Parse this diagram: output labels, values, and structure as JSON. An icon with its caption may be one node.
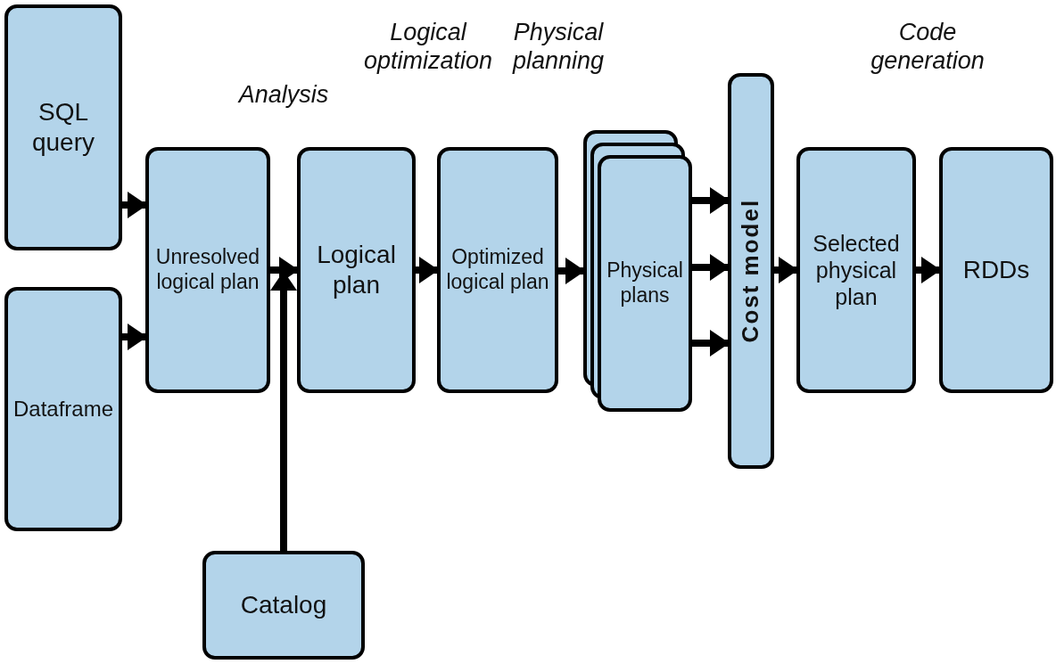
{
  "diagram": {
    "nodes": [
      {
        "text": [
          "SQL query"
        ]
      },
      {
        "text": [
          "Dataframe"
        ]
      },
      {
        "text": [
          "Unresolved logical plan"
        ]
      },
      {
        "text": [
          "Logical plan"
        ]
      },
      {
        "text": [
          "Optimized logical plan"
        ]
      },
      {
        "text": [
          "Physical plans"
        ]
      },
      {
        "text": [
          "Cost model"
        ]
      },
      {
        "text": [
          "Selected physical plan"
        ]
      },
      {
        "text": [
          "RDDs"
        ]
      },
      {
        "text": [
          "Catalog"
        ]
      }
    ],
    "edges": [
      {
        "from": 0,
        "to": 2,
        "arrow": "to"
      },
      {
        "from": 1,
        "to": 2,
        "arrow": "to"
      },
      {
        "from": 2,
        "to": 3,
        "arrow": "to"
      },
      {
        "from": 9,
        "to": 3,
        "arrow": "to"
      },
      {
        "from": 3,
        "to": 4,
        "arrow": "to"
      },
      {
        "from": 4,
        "to": 5,
        "arrow": "to"
      },
      {
        "from": 5,
        "to": 6,
        "arrow": "to"
      },
      {
        "from": 5,
        "to": 6,
        "arrow": "to"
      },
      {
        "from": 5,
        "to": 6,
        "arrow": "to"
      },
      {
        "from": 6,
        "to": 7,
        "arrow": "to"
      },
      {
        "from": 7,
        "to": 8,
        "arrow": "to"
      }
    ],
    "labels": [
      "Logical optimization",
      "Physical planning",
      "Code generation",
      "Analysis"
    ]
  }
}
